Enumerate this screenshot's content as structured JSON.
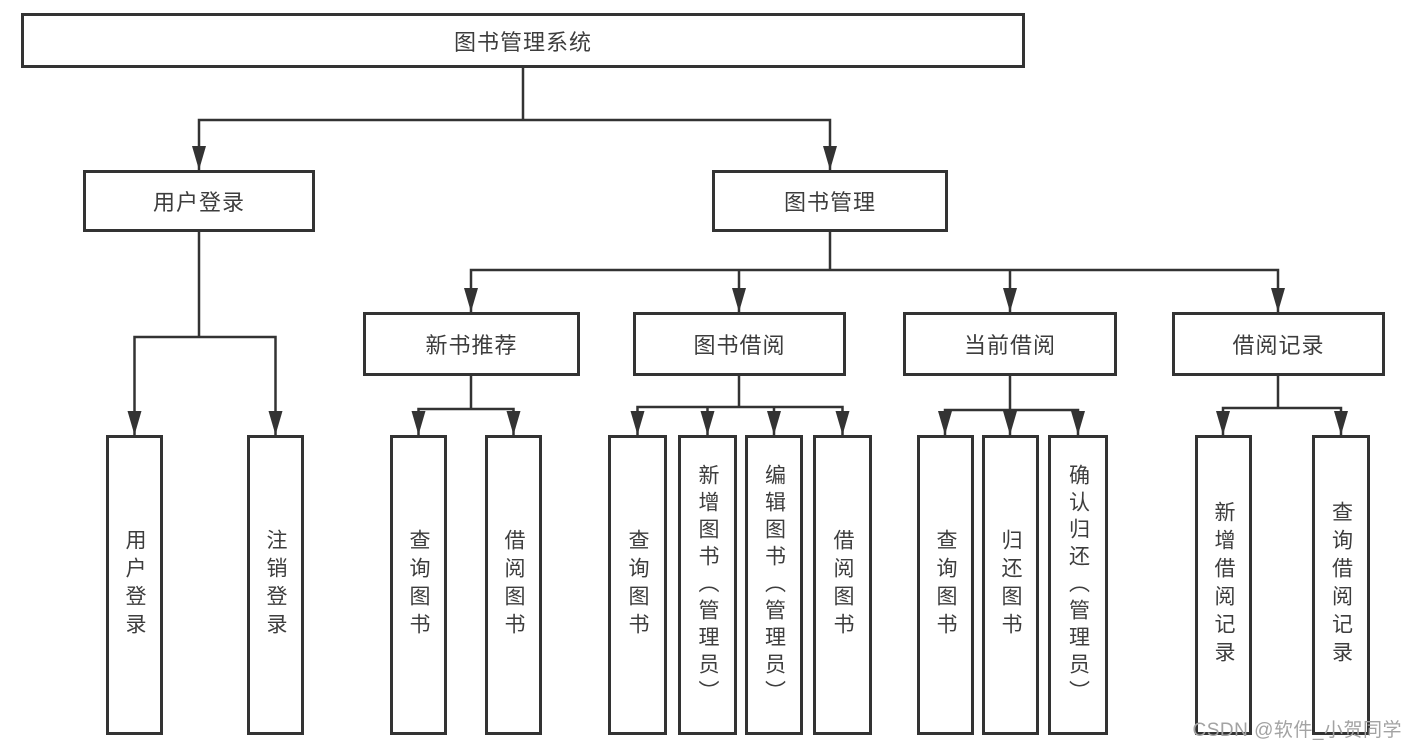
{
  "tree": {
    "label": "图书管理系统",
    "children": [
      {
        "label": "用户登录",
        "children": [
          {
            "label": "用户登录"
          },
          {
            "label": "注销登录"
          }
        ]
      },
      {
        "label": "图书管理",
        "children": [
          {
            "label": "新书推荐",
            "children": [
              {
                "label": "查询图书"
              },
              {
                "label": "借阅图书"
              }
            ]
          },
          {
            "label": "图书借阅",
            "children": [
              {
                "label": "查询图书"
              },
              {
                "label": "新增图书（管理员）"
              },
              {
                "label": "编辑图书（管理员）"
              },
              {
                "label": "借阅图书"
              }
            ]
          },
          {
            "label": "当前借阅",
            "children": [
              {
                "label": "查询图书"
              },
              {
                "label": "归还图书"
              },
              {
                "label": "确认归还（管理员）"
              }
            ]
          },
          {
            "label": "借阅记录",
            "children": [
              {
                "label": "新增借阅记录"
              },
              {
                "label": "查询借阅记录"
              }
            ]
          }
        ]
      }
    ]
  },
  "watermark": {
    "text": "CSDN @软件_小贺同学"
  },
  "colors": {
    "line": "#333333",
    "box_border": "#333333",
    "text": "#3d3d3d",
    "watermark": "#a3a3a3",
    "background": "#ffffff"
  }
}
